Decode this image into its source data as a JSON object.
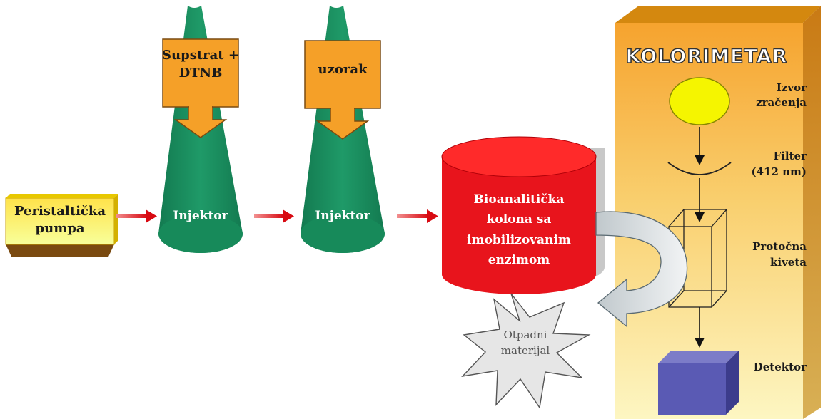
{
  "pump": {
    "line1": "Peristaltička",
    "line2": "pumpa"
  },
  "injector1": {
    "label": "Injektor",
    "box_line1": "Supstrat +",
    "box_line2": "DTNB"
  },
  "injector2": {
    "label": "Injektor",
    "box_line1": "uzorak"
  },
  "column": {
    "line1": "Bioanalitička",
    "line2": "kolona sa",
    "line3": "imobilizovanim",
    "line4": "enzimom"
  },
  "waste": {
    "line1": "Otpadni",
    "line2": "materijal"
  },
  "colorimeter": {
    "title": "KOLORIMETAR",
    "source": {
      "line1": "Izvor",
      "line2": "zračenja"
    },
    "filter": {
      "line1": "Filter",
      "line2": "(412 nm)"
    },
    "cuvette": {
      "line1": "Protočna",
      "line2": "kiveta"
    },
    "detector": "Detektor"
  },
  "colors": {
    "injector_green": "#1a8a5e",
    "box_orange": "#f5a028",
    "column_red": "#e8141c",
    "source_yellow": "#f5f500",
    "detector_blue": "#5a5ab4",
    "flow_arrow_red": "#e01018",
    "colorimeter_bg": "#f8b84a"
  }
}
